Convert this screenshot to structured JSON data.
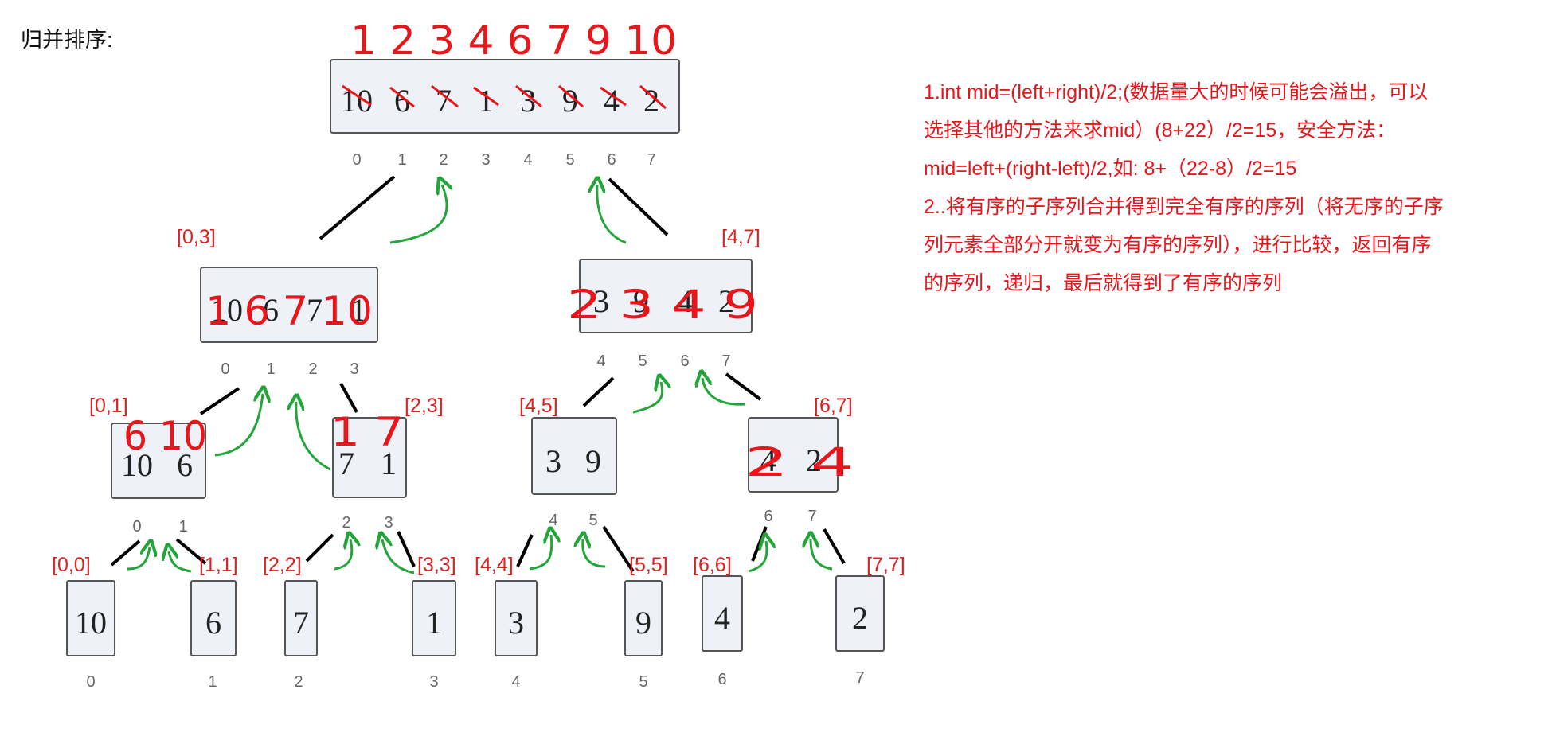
{
  "title": "归并排序:",
  "colors": {
    "annotation_red": "#e8161b",
    "arrow_green": "#22a63a",
    "box_fill": "#eef1f8",
    "box_border": "#555555",
    "connector": "#000000"
  },
  "top_sorted_text": "1 2 3 4 6 7 9 10",
  "root": {
    "values": [
      "10",
      "6",
      "7",
      "1",
      "3",
      "9",
      "4",
      "2"
    ],
    "indices": [
      "0",
      "1",
      "2",
      "3",
      "4",
      "5",
      "6",
      "7"
    ]
  },
  "level1": {
    "left": {
      "range": "[0,3]",
      "values": [
        "10",
        "6",
        "7",
        "1"
      ],
      "indices": [
        "0",
        "1",
        "2",
        "3"
      ],
      "handwritten": "1 6 7 10"
    },
    "right": {
      "range": "[4,7]",
      "values": [
        "3",
        "9",
        "4",
        "2"
      ],
      "indices": [
        "4",
        "5",
        "6",
        "7"
      ],
      "handwritten": "2 3 4 9"
    }
  },
  "level2": [
    {
      "range": "[0,1]",
      "values": [
        "10",
        "6"
      ],
      "indices": [
        "0",
        "1"
      ],
      "handwritten": "6 10"
    },
    {
      "range": "[2,3]",
      "values": [
        "7",
        "1"
      ],
      "indices": [
        "2",
        "3"
      ],
      "handwritten": "1 7"
    },
    {
      "range": "[4,5]",
      "values": [
        "3",
        "9"
      ],
      "indices": [
        "4",
        "5"
      ]
    },
    {
      "range": "[6,7]",
      "values": [
        "4",
        "2"
      ],
      "indices": [
        "6",
        "7"
      ],
      "handwritten": "2 4"
    }
  ],
  "leaves": [
    {
      "range": "[0,0]",
      "value": "10",
      "index": "0"
    },
    {
      "range": "[1,1]",
      "value": "6",
      "index": "1"
    },
    {
      "range": "[2,2]",
      "value": "7",
      "index": "2"
    },
    {
      "range": "[3,3]",
      "value": "1",
      "index": "3"
    },
    {
      "range": "[4,4]",
      "value": "3",
      "index": "4"
    },
    {
      "range": "[5,5]",
      "value": "9",
      "index": "5"
    },
    {
      "range": "[6,6]",
      "value": "4",
      "index": "6"
    },
    {
      "range": "[7,7]",
      "value": "2",
      "index": "7"
    }
  ],
  "notes": [
    "1.int mid=(left+right)/2;(数据量大的时候可能会溢出，可以",
    "选择其他的方法来求mid）(8+22）/2=15，安全方法：",
    " mid=left+(right-left)/2,如: 8+（22-8）/2=15",
    "2..将有序的子序列合并得到完全有序的序列（将无序的子序",
    "列元素全部分开就变为有序的序列），进行比较，返回有序",
    "的序列，递归，最后就得到了有序的序列"
  ]
}
